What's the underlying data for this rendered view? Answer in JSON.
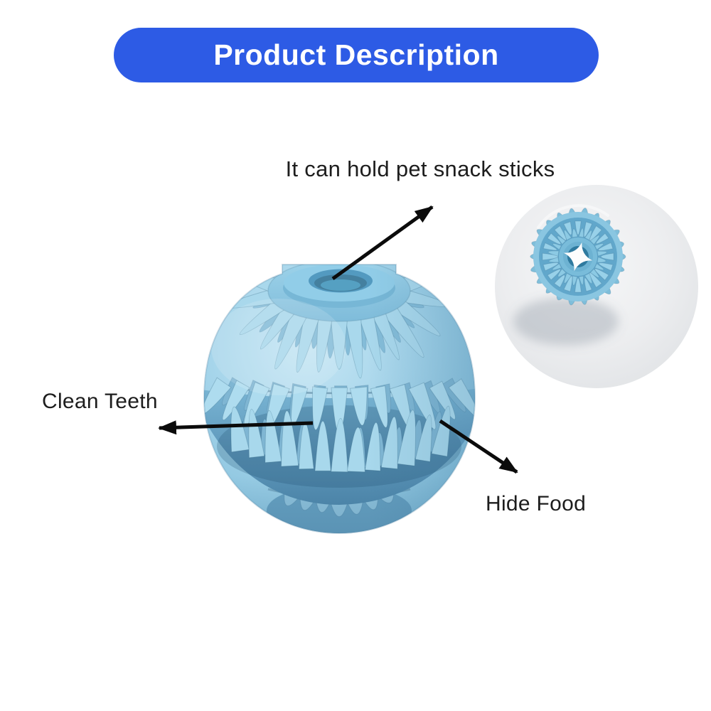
{
  "banner": {
    "label": "Product Description",
    "bg_color": "#2d5be5",
    "text_color": "#ffffff"
  },
  "annotations": {
    "snack_sticks": {
      "label": "It can hold pet snack sticks"
    },
    "clean_teeth": {
      "label": "Clean Teeth"
    },
    "hide_food": {
      "label": "Hide Food"
    }
  },
  "product": {
    "ball_color": "#9bcfe7",
    "ball_shadow_color": "#5e97ba",
    "inset_background_color": "#e9ebed",
    "arrow_color": "#0b0b0b",
    "label_text_color": "#1d1d1d"
  }
}
